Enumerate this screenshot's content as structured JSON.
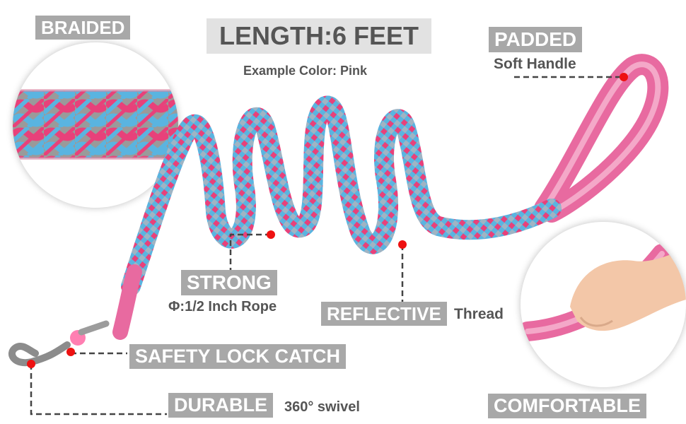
{
  "title": "LENGTH:6 FEET",
  "subtitle": "Example Color: Pink",
  "labels": {
    "braided": "BRAIDED",
    "padded": "PADDED",
    "padded_sub": "Soft Handle",
    "strong": "STRONG",
    "strong_sub": "Φ:1/2 Inch Rope",
    "reflective": "REFLECTIVE",
    "reflective_sub": "Thread",
    "safety": "SAFETY LOCK CATCH",
    "durable": "DURABLE",
    "durable_sub": "360° swivel",
    "comfortable": "COMFORTABLE"
  },
  "colors": {
    "rope_blue": "#5ab4e0",
    "rope_pink": "#e8417a",
    "rope_gray": "#9a9a9a",
    "handle_pink": "#e86aa0",
    "tag_gray": "#a8a8a8",
    "title_bg": "#e2e2e2",
    "marker_red": "#ee1111"
  }
}
